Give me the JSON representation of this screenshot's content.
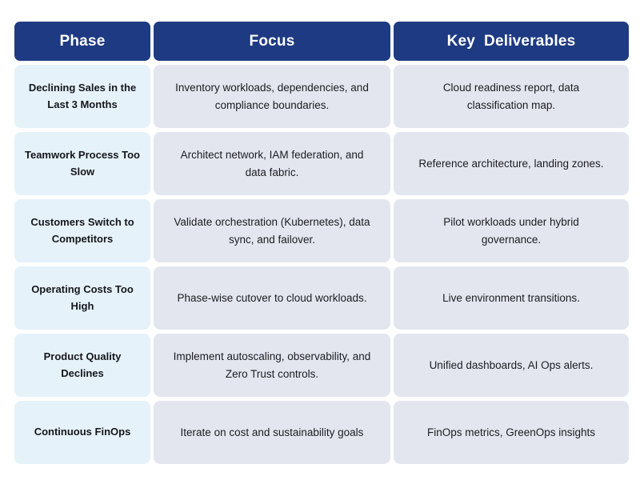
{
  "table": {
    "columns": [
      {
        "key": "phase",
        "label": "Phase"
      },
      {
        "key": "focus",
        "label": "Focus"
      },
      {
        "key": "deliverable",
        "label": "Key  Deliverables"
      }
    ],
    "rows": [
      {
        "phase": "Declining Sales in the Last 3 Months",
        "focus": "Inventory workloads, dependencies, and compliance boundaries.",
        "deliverable": "Cloud readiness report, data classification map."
      },
      {
        "phase": "Teamwork Process Too Slow",
        "focus": "Architect network, IAM federation, and data fabric.",
        "deliverable": "Reference architecture, landing zones."
      },
      {
        "phase": "Customers Switch to Competitors",
        "focus": "Validate orchestration (Kubernetes), data sync, and failover.",
        "deliverable": "Pilot workloads under hybrid governance."
      },
      {
        "phase": "Operating Costs Too High",
        "focus": "Phase-wise cutover to cloud workloads.",
        "deliverable": "Live environment transitions."
      },
      {
        "phase": "Product Quality Declines",
        "focus": "Implement autoscaling, observability, and Zero Trust controls.",
        "deliverable": "Unified dashboards, AI Ops alerts."
      },
      {
        "phase": "Continuous FinOps",
        "focus": "Iterate on cost and sustainability goals",
        "deliverable": "FinOps metrics, GreenOps insights"
      }
    ]
  },
  "colors": {
    "header_bg": "#1e3a82",
    "header_text": "#ffffff",
    "phase_cell_bg": "#e6f2fa",
    "data_cell_bg": "#e4e6ef",
    "body_text": "#1b1d22",
    "page_bg": "#ffffff"
  }
}
